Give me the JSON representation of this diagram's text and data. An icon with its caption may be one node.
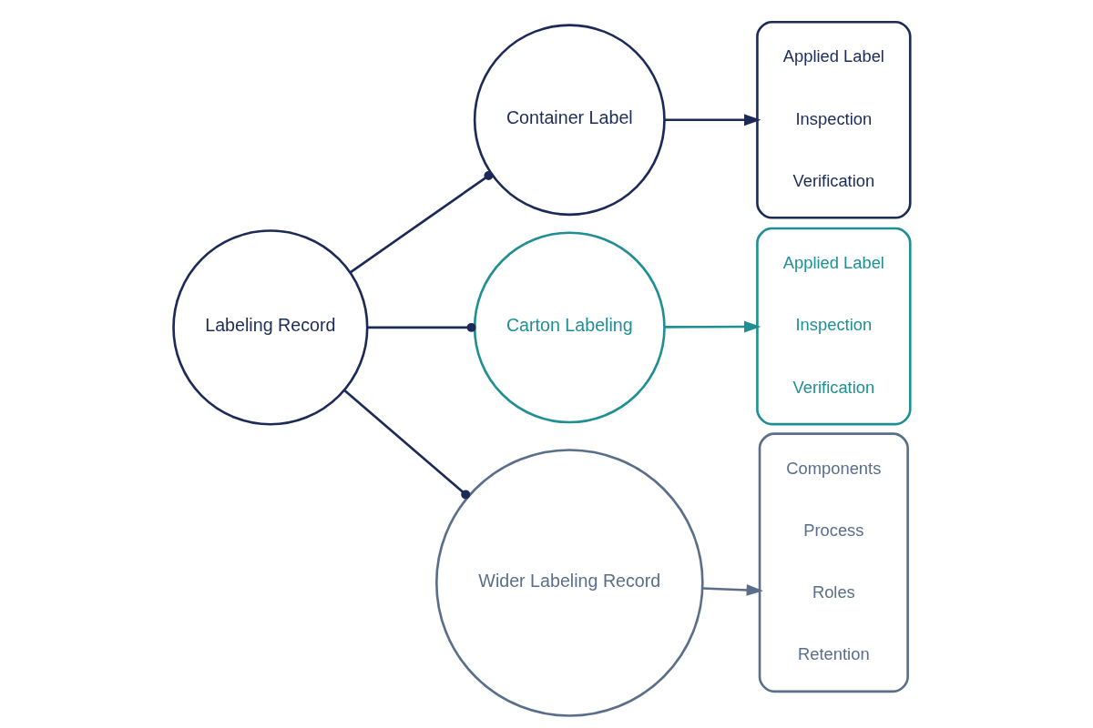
{
  "diagram": {
    "nodes": [
      {
        "text": [
          "Labeling Record"
        ]
      },
      {
        "text": [
          "Container Label"
        ]
      },
      {
        "text": [],
        "shape": "box"
      },
      {
        "text": [
          "Applied Label"
        ],
        "in": 2
      },
      {
        "text": [
          "Inspection"
        ],
        "in": 2
      },
      {
        "text": [
          "Verification"
        ],
        "in": 2
      },
      {
        "text": [
          "Carton Labeling"
        ]
      },
      {
        "text": [],
        "shape": "box"
      },
      {
        "text": [
          "Applied Label"
        ],
        "in": 7
      },
      {
        "text": [
          "Inspection"
        ],
        "in": 7
      },
      {
        "text": [
          "Verification"
        ],
        "in": 7
      },
      {
        "text": [
          "Wider Labeling Record"
        ]
      },
      {
        "text": [],
        "shape": "box"
      },
      {
        "text": [
          "Components"
        ],
        "in": 12
      },
      {
        "text": [
          "Process"
        ],
        "in": 12
      },
      {
        "text": [
          "Roles"
        ],
        "in": 12
      },
      {
        "text": [
          "Retention"
        ],
        "in": 12
      }
    ],
    "edges": [
      {
        "from": 0,
        "to": 1,
        "arrow": "other"
      },
      {
        "from": 0,
        "to": 6,
        "arrow": "other"
      },
      {
        "from": 0,
        "to": 11,
        "arrow": "other"
      },
      {
        "from": 1,
        "to": 2,
        "arrow": "to"
      },
      {
        "from": 6,
        "to": 7,
        "arrow": "to",
        "color": "#1f8f94"
      },
      {
        "from": 11,
        "to": 12,
        "arrow": "to",
        "color": "#5a6e8a"
      }
    ]
  }
}
